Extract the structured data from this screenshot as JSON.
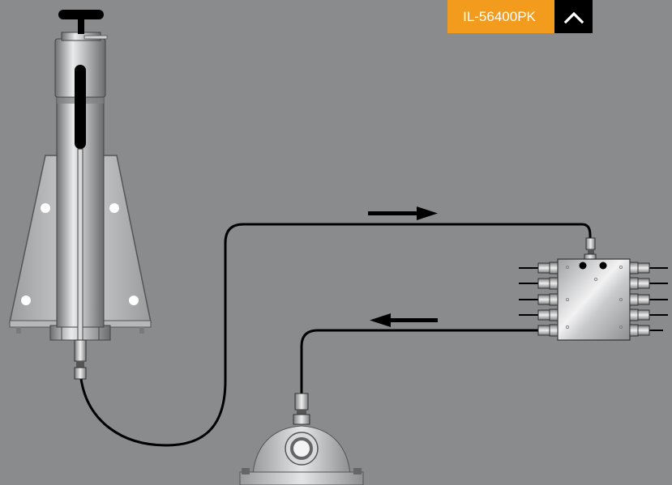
{
  "header": {
    "part_number": "IL-56400PK",
    "toggle_icon": "chevron-up-icon"
  },
  "colors": {
    "background": "#8a8b8d",
    "tag": "#f29b1c",
    "toggle": "#000000",
    "tube": "#000000"
  },
  "diagram": {
    "components": [
      "hand-pump",
      "divider-valve-block",
      "bearing-housing"
    ],
    "flow": [
      "pump-to-divider",
      "divider-to-bearing"
    ]
  }
}
